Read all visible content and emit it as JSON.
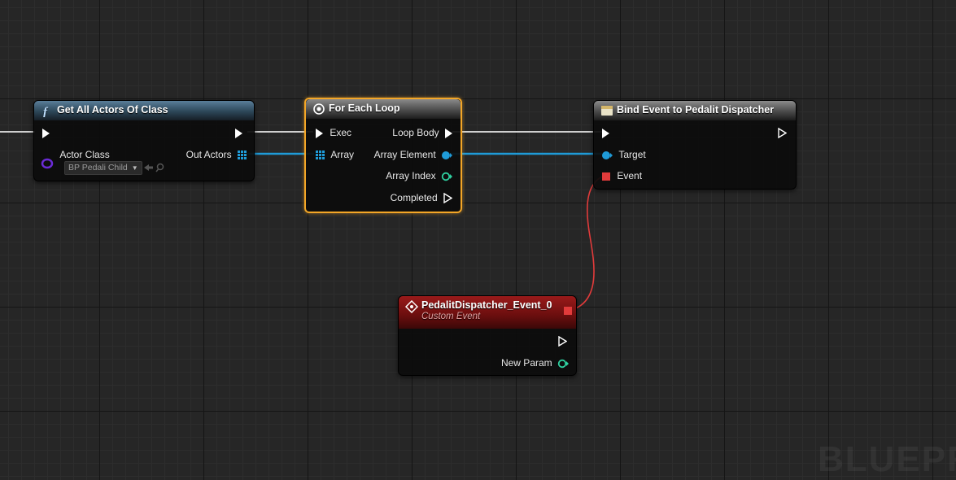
{
  "nodes": {
    "get_all_actors": {
      "title": "Get All Actors Of Class",
      "pins": {
        "actor_class": "Actor Class",
        "out_actors": "Out Actors"
      },
      "class_value": "BP Pedali Child"
    },
    "for_each_loop": {
      "title": "For Each Loop",
      "pins": {
        "exec": "Exec",
        "array": "Array",
        "loop_body": "Loop Body",
        "array_element": "Array Element",
        "array_index": "Array Index",
        "completed": "Completed"
      }
    },
    "bind_event": {
      "title": "Bind Event to Pedalit Dispatcher",
      "pins": {
        "target": "Target",
        "event": "Event"
      }
    },
    "custom_event": {
      "title": "PedalitDispatcher_Event_0",
      "subtitle": "Custom Event",
      "pins": {
        "new_param": "New Param"
      }
    }
  },
  "watermark": "BLUEPR",
  "colors": {
    "exec_wire": "#cfcfcf",
    "object_wire": "#1f9bd8",
    "delegate_wire": "#e13b3b",
    "int_pin": "#2fd0a0",
    "class_pin": "#6a2bd6",
    "selection": "#f3a627"
  }
}
